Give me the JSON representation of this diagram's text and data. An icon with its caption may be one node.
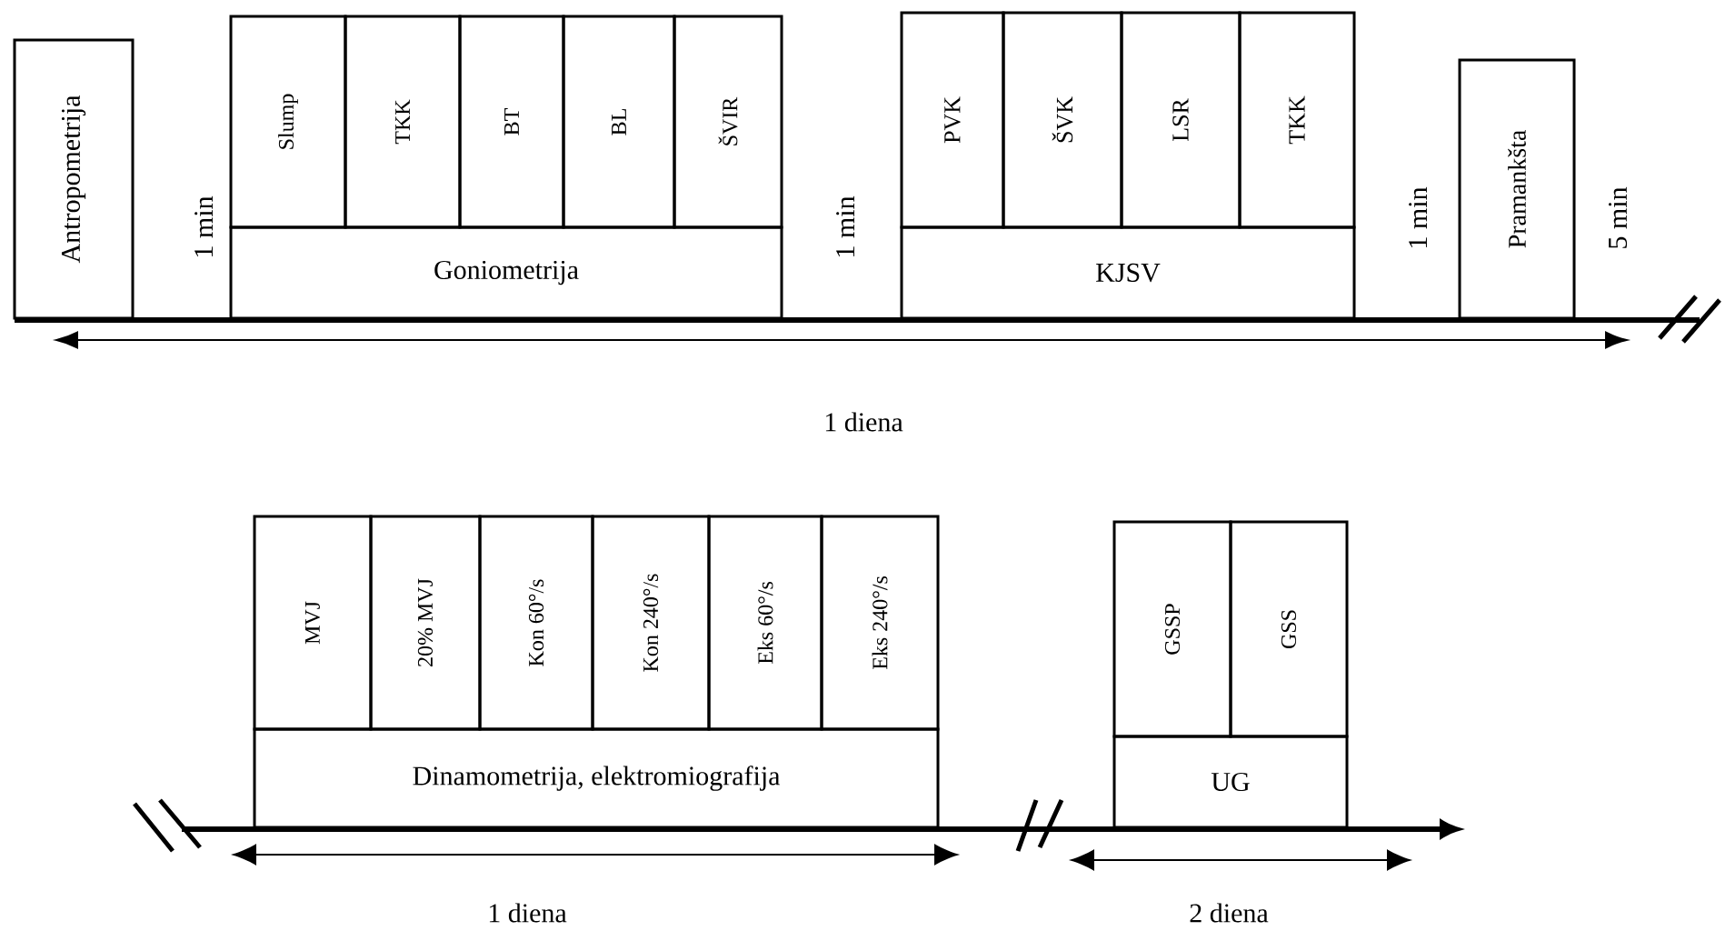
{
  "diagram": {
    "nodes": [
      {
        "text": [
          "Antropometrija"
        ]
      },
      {
        "text": [
          "Slump"
        ]
      },
      {
        "text": [
          "TKK"
        ]
      },
      {
        "text": [
          "BT"
        ]
      },
      {
        "text": [
          "BL"
        ]
      },
      {
        "text": [
          "ŠVIR"
        ]
      },
      {
        "text": [
          "Goniometrija"
        ]
      },
      {
        "text": [
          "PVK"
        ]
      },
      {
        "text": [
          "ŠVK"
        ]
      },
      {
        "text": [
          "LSR"
        ]
      },
      {
        "text": [
          "TKK"
        ]
      },
      {
        "text": [
          "KJSV"
        ]
      },
      {
        "text": [
          "Pramankšta"
        ]
      },
      {
        "text": [
          "MVJ"
        ]
      },
      {
        "text": [
          "20% MVJ"
        ]
      },
      {
        "text": [
          "Kon 60°/s"
        ]
      },
      {
        "text": [
          "Kon 240°/s"
        ]
      },
      {
        "text": [
          "Eks 60°/s"
        ]
      },
      {
        "text": [
          "Eks 240°/s"
        ]
      },
      {
        "text": [
          "Dinamometrija, elektromiografija"
        ]
      },
      {
        "text": [
          "GSSP"
        ]
      },
      {
        "text": [
          "GSS"
        ]
      },
      {
        "text": [
          "UG"
        ]
      }
    ],
    "labels": [
      "1 min",
      "1 min",
      "1 min",
      "5 min",
      "1 diena",
      "1 diena",
      "2 diena"
    ]
  }
}
